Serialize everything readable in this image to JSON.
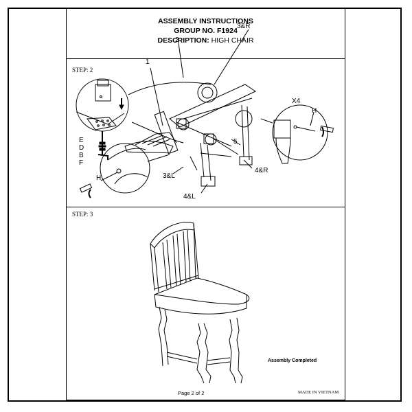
{
  "header": {
    "line1": "ASSEMBLY INSTRUCTIONS",
    "line2": "GROUP NO. F1924",
    "desc_label": "DESCRIPTION:",
    "desc_value": "HIGH CHAIR"
  },
  "step2": {
    "label": "STEP: 2",
    "callouts": {
      "c1": "1",
      "c2": "2",
      "c3r": "3&R",
      "x4": "X4",
      "h_right": "H",
      "e": "E",
      "d": "D",
      "b": "B",
      "f": "F",
      "c5": "5",
      "c3l": "3&L",
      "c4r": "4&R",
      "h_left": "H",
      "c4l": "4&L"
    }
  },
  "step3": {
    "label": "STEP: 3",
    "completed": "Assembly Completed"
  },
  "footer": {
    "page": "Page 2 of 2",
    "made_in": "MADE IN VIETNAM"
  }
}
